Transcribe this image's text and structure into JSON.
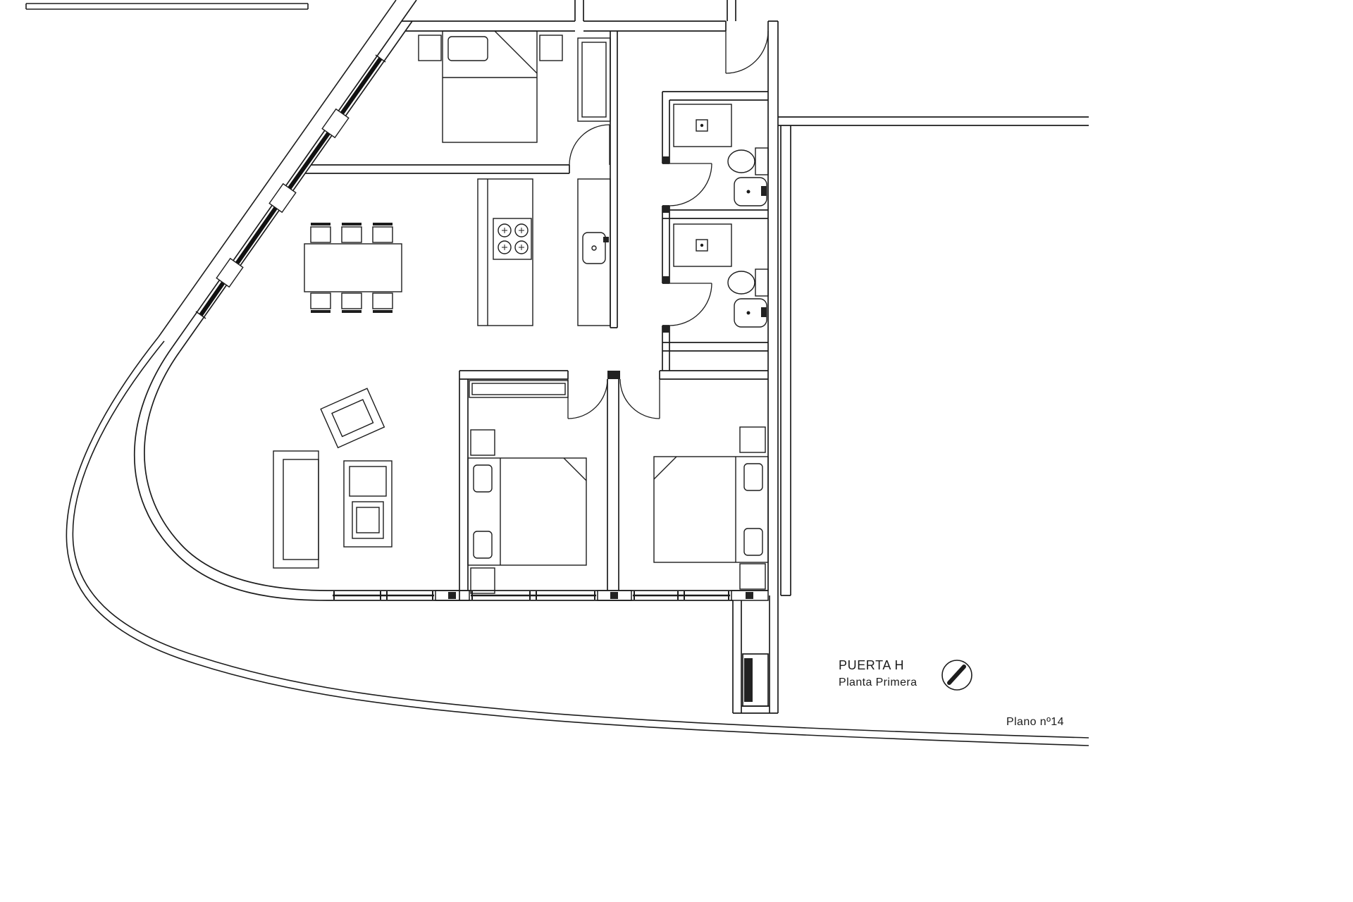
{
  "title_block": {
    "door_label": "PUERTA H",
    "floor_label": "Planta Primera"
  },
  "sheet_label": "Plano nº14",
  "compass": {
    "icon": "north-arrow-icon"
  },
  "colors": {
    "line": "#1c1c1c",
    "background": "#ffffff"
  }
}
